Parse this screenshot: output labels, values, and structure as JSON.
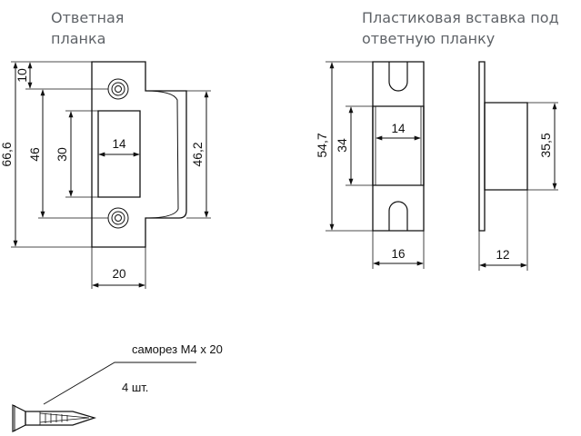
{
  "titles": {
    "strike_plate_line1": "Ответная",
    "strike_plate_line2": "планка",
    "insert_line1": "Пластиковая вставка под",
    "insert_line2": "ответную планку"
  },
  "dimensions": {
    "plate_total_height": "66,6",
    "plate_hole_offset": "10",
    "plate_hole_spacing": "46",
    "plate_window_height": "30",
    "plate_window_width": "14",
    "plate_tongue_height": "46,2",
    "plate_width": "20",
    "insert_total_height": "54,7",
    "insert_window_height": "34",
    "insert_window_width": "14",
    "insert_width": "16",
    "insert_side_height": "35,5",
    "insert_depth": "12"
  },
  "screw": {
    "spec": "саморез М4 х 20",
    "count": "4 шт."
  }
}
